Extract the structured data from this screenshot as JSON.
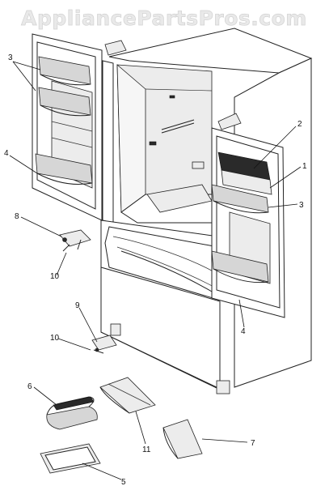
{
  "watermark": "AppliancePartsPros.com",
  "callouts": {
    "left_shelf_3": "3",
    "left_bin_4": "4",
    "hinge_8": "8",
    "screw_10_upper": "10",
    "hinge_9": "9",
    "screw_10_lower": "10",
    "dairy_cover_6": "6",
    "dairy_bin_5": "5",
    "shelf_11": "11",
    "shelf_7": "7",
    "dairy_door_2": "2",
    "right_door_1": "1",
    "right_shelf_3": "3",
    "right_bin_4": "4"
  }
}
